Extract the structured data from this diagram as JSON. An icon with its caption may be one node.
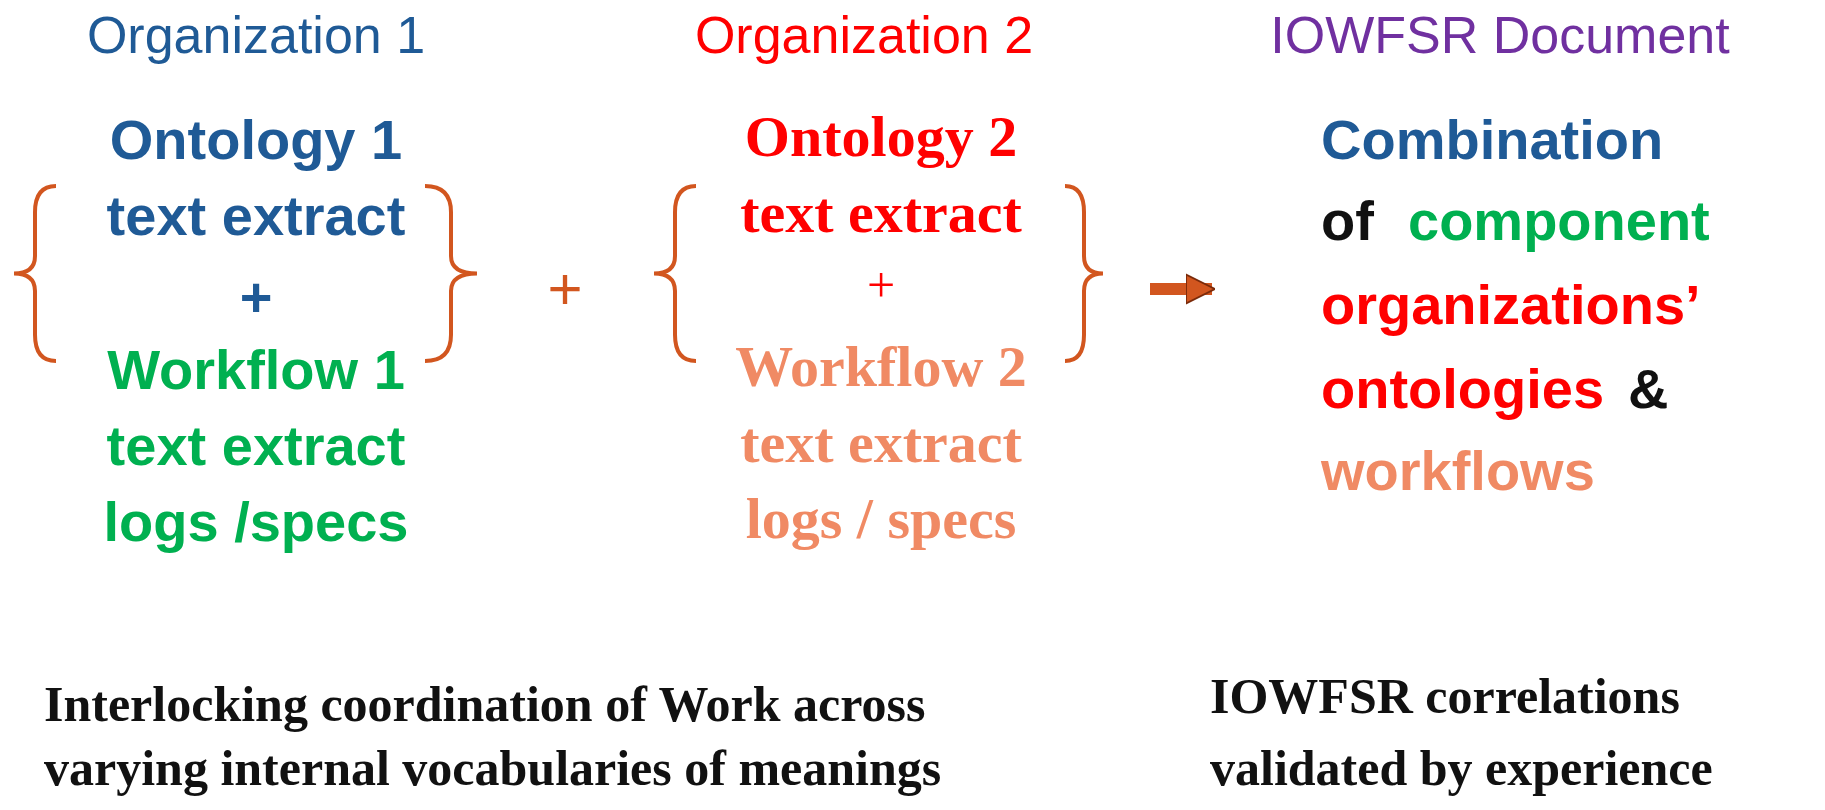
{
  "diagram": {
    "nodes": [
      {
        "text": [
          "Organization 1",
          "Ontology 1 text extract",
          "+",
          "Workflow 1 text extract logs /specs"
        ]
      },
      {
        "text": [
          "Organization 2",
          "Ontology 2 text extract",
          "+",
          "Workflow 2 text extract logs / specs"
        ]
      },
      {
        "text": [
          "IOWFSR Document",
          "Combination",
          "of",
          "component",
          "organizations’ ontologies",
          "&",
          "workflows"
        ]
      }
    ],
    "edges": [
      {
        "from": 1,
        "to": 2,
        "arrow": "to"
      }
    ],
    "labels": [
      "+",
      "Interlocking coordination of Work across varying internal vocabularies of meanings",
      "IOWFSR correlations validated by experience"
    ]
  }
}
